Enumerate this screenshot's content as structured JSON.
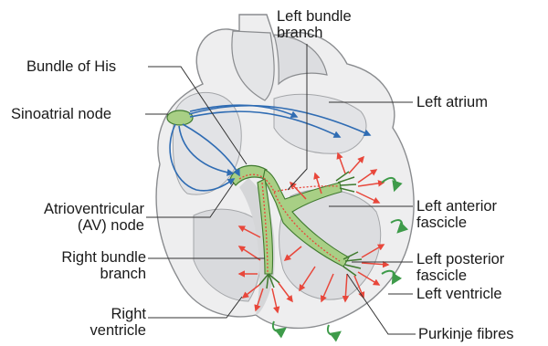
{
  "labels": {
    "left_bundle_branch": [
      "Left bundle",
      "branch"
    ],
    "bundle_of_his": "Bundle of His",
    "left_atrium": "Left atrium",
    "sinoatrial_node": "Sinoatrial node",
    "atrioventricular_node": [
      "Atrioventricular",
      "(AV) node"
    ],
    "left_anterior_fascicle": [
      "Left anterior",
      "fascicle"
    ],
    "right_bundle_branch": [
      "Right bundle",
      "branch"
    ],
    "left_posterior_fascicle": [
      "Left posterior",
      "fascicle"
    ],
    "left_ventricle": "Left ventricle",
    "right_ventricle": [
      "Right",
      "ventricle"
    ],
    "purkinje_fibres": "Purkinje fibres"
  },
  "colors": {
    "heart_fill": "#eeeeef",
    "heart_shade": "#d5d6d8",
    "heart_outline": "#8a8c8f",
    "conduction_tissue": "#a8cf85",
    "conduction_outline": "#3f7a2f",
    "atrial_pathway": "#2f6cb3",
    "ventricular_impulse": "#e8473b",
    "rotation_arrow": "#3e9b4a",
    "leader_line": "#333333",
    "text": "#1a1a1a"
  }
}
